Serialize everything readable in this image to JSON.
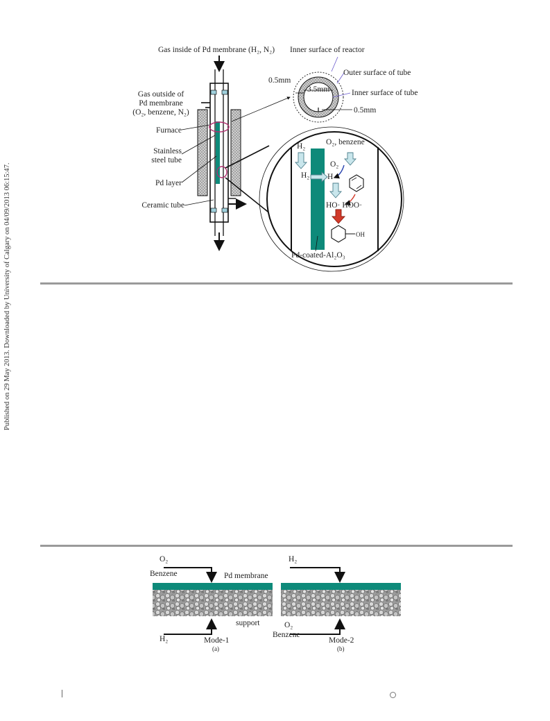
{
  "sidebar": {
    "text": "Published on 29 May 2013. Downloaded by University of Calgary on 04/09/2013 06:15:47."
  },
  "figure1": {
    "gas_inside": "Gas inside of  Pd membrane (H₂, N₂)",
    "inner_surface_reactor": "Inner surface of reactor",
    "outer_surface_tube": "Outer surface of tube",
    "inner_surface_tube": "Inner surface of tube",
    "dim_05_left": "0.5mm",
    "dim_35": "3.5mm",
    "dim_05_bottom": "0.5mm",
    "gas_outside_1": "Gas outside of",
    "gas_outside_2": "Pd membrane",
    "gas_outside_3": "(O₂, benzene, N₂)",
    "furnace": "Furnace",
    "stainless_1": "Stainless",
    "stainless_2": "steel tube",
    "pd_layer": "Pd layer",
    "ceramic_tube": "Ceramic tube",
    "zoom_h2_top": "H₂",
    "zoom_o2_benzene": "O₂, benzene",
    "zoom_o2": "O₂",
    "zoom_h2": "H₂",
    "zoom_h": "H",
    "zoom_radicals": "HO·  HOO·",
    "zoom_oh": "OH",
    "pd_coated": "Pd-coated-Al₂O₃"
  },
  "figure2": {
    "a_o2": "O₂",
    "a_benzene": "Benzene",
    "pd_membrane": "Pd membrane",
    "support": "support",
    "a_h2": "H₂",
    "mode1": "Mode-1",
    "a_caption": "(a)",
    "b_h2": "H₂",
    "b_o2": "O₂",
    "b_benzene": "Benzene",
    "mode2": "Mode-2",
    "b_caption": "(b)"
  },
  "colors": {
    "teal": "#0e8a7a",
    "arrow_fill": "#c9e6ec",
    "arrow_stroke": "#4d7f8c",
    "red": "#d23a2a",
    "magenta": "#b0306f",
    "hatch": "#8a8a8a",
    "rule": "#9a9a9a"
  }
}
